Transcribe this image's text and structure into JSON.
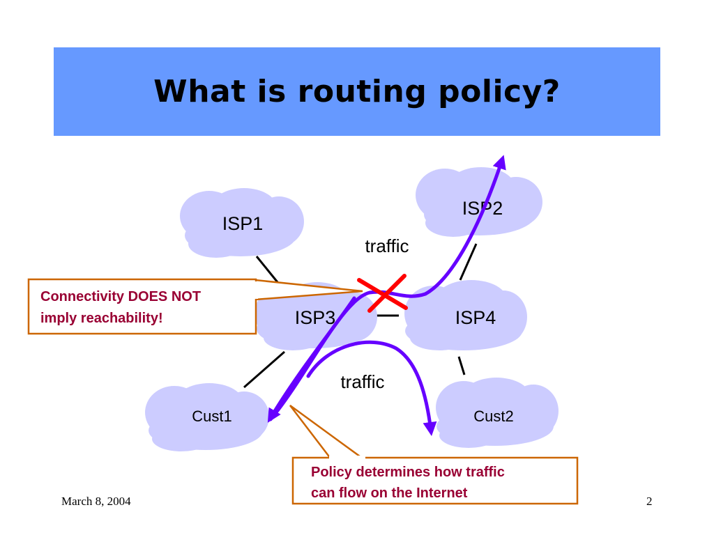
{
  "slide": {
    "title": "What is routing policy?",
    "date": "March 8, 2004",
    "page_number": "2"
  },
  "nodes": {
    "isp1": "ISP1",
    "isp2": "ISP2",
    "isp3": "ISP3",
    "isp4": "ISP4",
    "cust1": "Cust1",
    "cust2": "Cust2"
  },
  "labels": {
    "traffic_top": "traffic",
    "traffic_bottom": "traffic"
  },
  "callouts": {
    "connectivity_line1": "Connectivity DOES NOT",
    "connectivity_line2": "imply reachability!",
    "policy_line1": "Policy determines how traffic",
    "policy_line2": "can flow on the Internet"
  },
  "colors": {
    "title_bg": "#6699ff",
    "cloud_fill": "#ccccff",
    "arrow": "#6600ff",
    "cross": "#ff0000",
    "callout_border": "#cc6600",
    "callout_text": "#990033"
  }
}
